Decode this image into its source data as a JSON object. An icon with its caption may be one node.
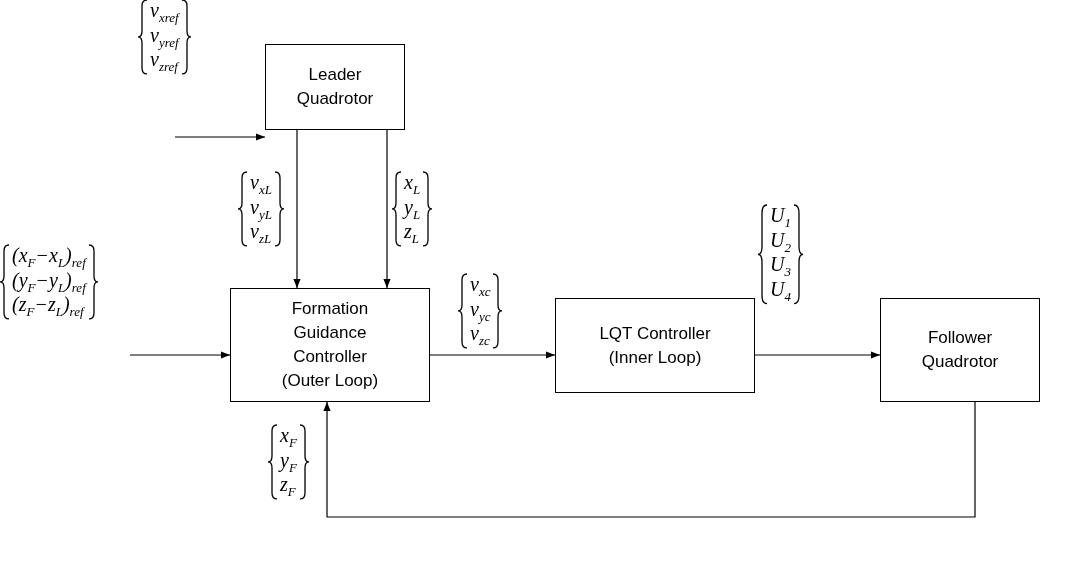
{
  "diagram": {
    "nodes": [
      {
        "text": [
          "Leader Quadrotor"
        ]
      },
      {
        "text": [
          "Formation Guidance Controller (Outer Loop)"
        ]
      },
      {
        "text": [
          "LQT Controller (Inner Loop)"
        ]
      },
      {
        "text": [
          "Follower Quadrotor"
        ]
      }
    ],
    "edges": [
      {
        "from": null,
        "to": 0,
        "arrow": "to",
        "label": "v$_{xref}$ v$_{yref}$ v$_{zref}$"
      },
      {
        "from": 0,
        "to": 1,
        "arrow": "to",
        "label": "v$_{xL}$ v$_{yL}$ v$_{zL}$"
      },
      {
        "from": 0,
        "to": 1,
        "arrow": "to",
        "label": "x$_{L}$ y$_{L}$ z$_{L}$"
      },
      {
        "from": null,
        "to": 1,
        "arrow": "to",
        "label": "(x$_{F}$−x$_{L}$)$_{ref}$ (y$_{F}$−y$_{L}$)$_{ref}$ (z$_{F}$−z$_{L}$)$_{ref}$"
      },
      {
        "from": 1,
        "to": 2,
        "arrow": "to",
        "label": "v$_{xc}$ v$_{yc}$ v$_{zc}$"
      },
      {
        "from": 2,
        "to": 3,
        "arrow": "to",
        "label": "U$_{1}$ U$_{2}$ U$_{3}$ U$_{4}$"
      },
      {
        "from": 3,
        "to": 1,
        "arrow": "to",
        "label": "x$_{F}$ y$_{F}$ z$_{F}$"
      }
    ]
  }
}
